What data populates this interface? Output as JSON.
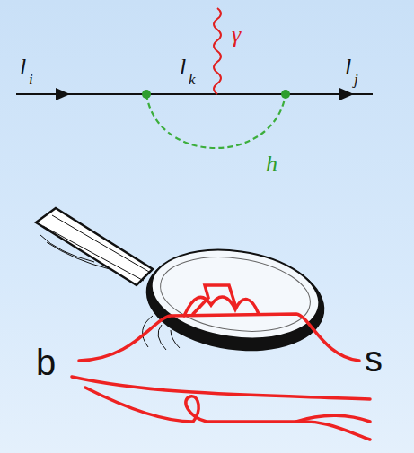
{
  "diagram": {
    "labels": [
      "l",
      "i",
      "l",
      "k",
      "l",
      "j",
      "γ",
      "h",
      "b",
      "s"
    ]
  }
}
